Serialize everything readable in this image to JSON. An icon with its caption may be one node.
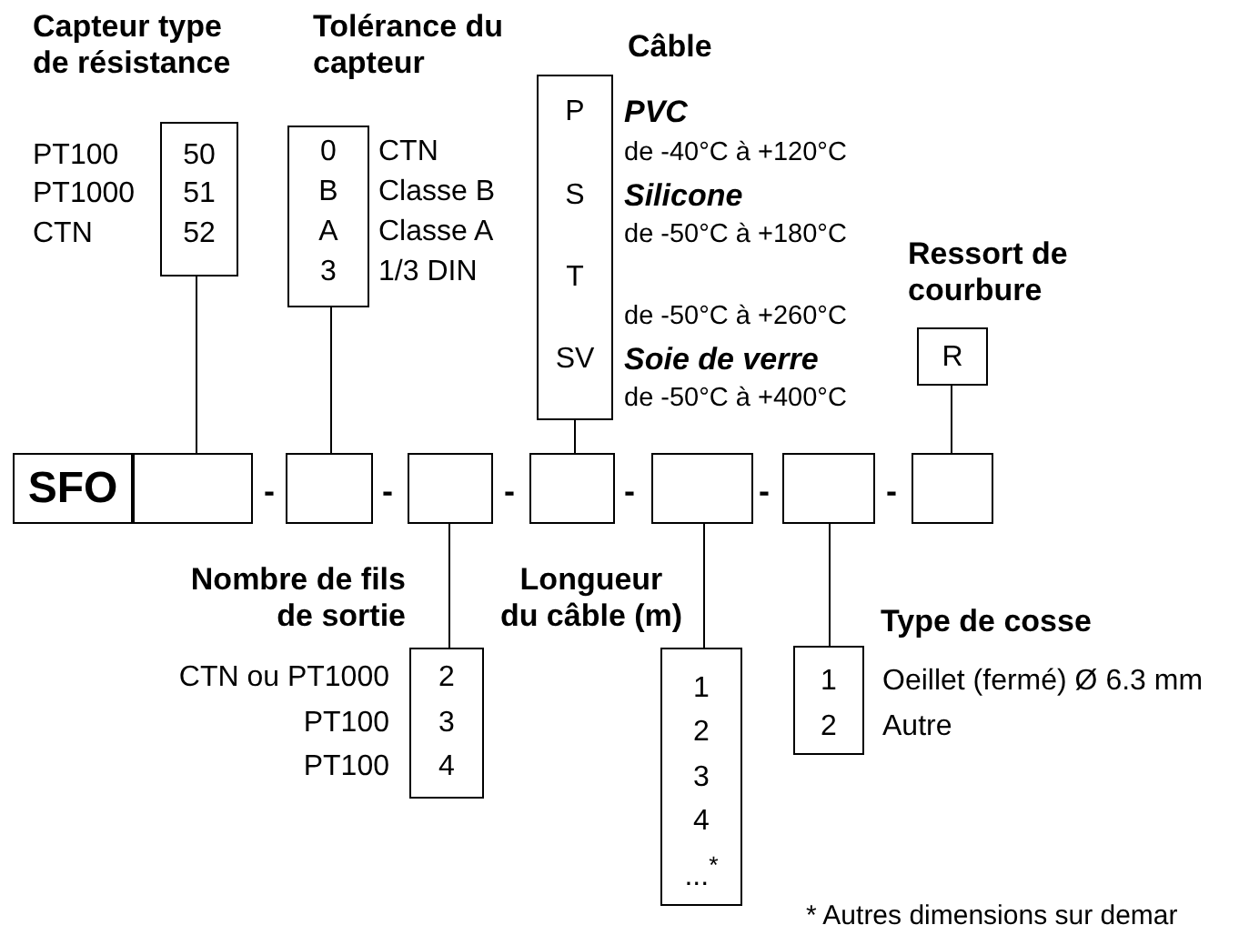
{
  "diagram": {
    "nodes": [
      {
        "text": [
          "50",
          "51",
          "52"
        ],
        "beside": [
          "PT100",
          "PT1000",
          "CTN"
        ]
      },
      {
        "text": [
          "0",
          "B",
          "A",
          "3"
        ],
        "beside": [
          "CTN",
          "Classe B",
          "Classe A",
          "1/3 DIN"
        ]
      },
      {
        "text": [
          "P",
          "S",
          "T",
          "SV"
        ],
        "beside": [
          "PVC",
          "de -40°C à +120°C",
          "Silicone",
          "de -50°C à +180°C",
          "de -50°C à +260°C",
          "Soie de verre",
          "de -50°C à +400°C"
        ]
      },
      {
        "text": [
          "R"
        ]
      },
      {
        "text": [
          "SFO"
        ]
      },
      {
        "text": [],
        "shape": "box"
      },
      {
        "text": [],
        "shape": "box"
      },
      {
        "text": [],
        "shape": "box"
      },
      {
        "text": [],
        "shape": "box"
      },
      {
        "text": [],
        "shape": "box"
      },
      {
        "text": [],
        "shape": "box"
      },
      {
        "text": [],
        "shape": "box"
      },
      {
        "text": [
          "2",
          "3",
          "4"
        ],
        "beside": [
          "CTN ou PT1000",
          "PT100",
          "PT100"
        ]
      },
      {
        "text": [
          "1",
          "2",
          "3",
          "4",
          "...$^{*}$"
        ]
      },
      {
        "text": [
          "1",
          "2"
        ],
        "beside": [
          "Oeillet (fermé) Ø 6.3 mm",
          "Autre"
        ]
      }
    ],
    "edges": [
      {
        "from": 0,
        "to": 5,
        "arrow": "none"
      },
      {
        "from": 1,
        "to": 6,
        "arrow": "none"
      },
      {
        "from": 2,
        "to": 8,
        "arrow": "none"
      },
      {
        "from": 3,
        "to": 11,
        "arrow": "none"
      },
      {
        "from": 7,
        "to": 12,
        "arrow": "none"
      },
      {
        "from": 9,
        "to": 13,
        "arrow": "none"
      },
      {
        "from": 10,
        "to": 14,
        "arrow": "none"
      }
    ],
    "labels": [
      "Capteur type de résistance",
      "Tolérance du capteur",
      "Câble",
      "Ressort de courbure",
      "-",
      "-",
      "-",
      "-",
      "-",
      "-",
      "Nombre de fils de sortie",
      "Longueur du câble (m)",
      "Type de cosse",
      "* Autres dimensions sur demar"
    ]
  }
}
